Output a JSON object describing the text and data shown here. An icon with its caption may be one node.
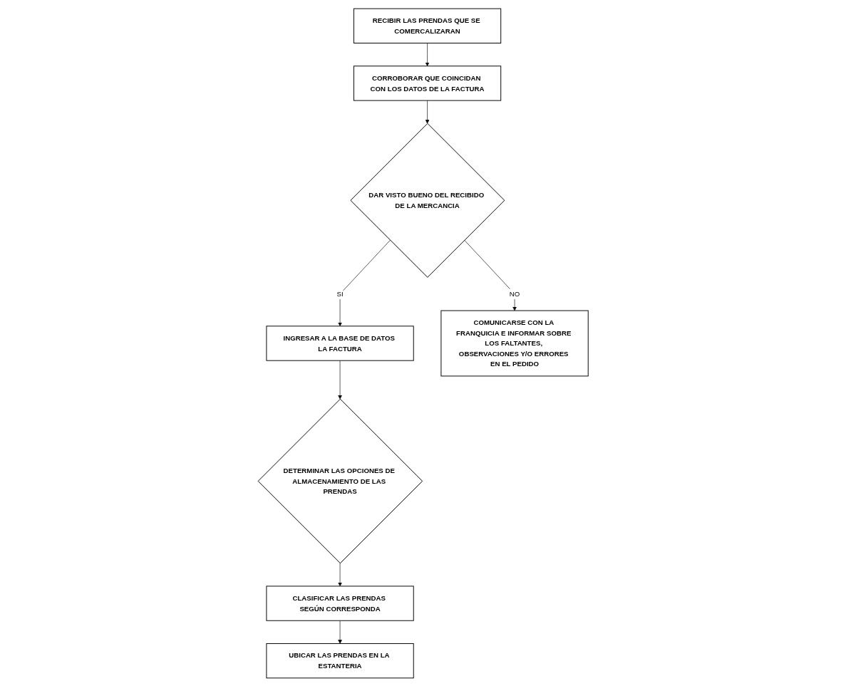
{
  "diagram": {
    "nodes": [
      {
        "text": [
          "RECIBIR LAS PRENDAS QUE SE COMERCALIZARAN"
        ]
      },
      {
        "text": [
          "CORROBORAR QUE COINCIDAN CON LOS DATOS DE LA FACTURA"
        ]
      },
      {
        "text": [
          "DAR VISTO BUENO DEL RECIBIDO DE LA MERCANCIA"
        ]
      },
      {
        "text": [
          "INGRESAR A LA BASE DE DATOS LA FACTURA"
        ]
      },
      {
        "text": [
          "COMUNICARSE CON LA FRANQUICIA E INFORMAR SOBRE LOS FALTANTES, OBSERVACIONES Y/O ERRORES EN EL PEDIDO"
        ]
      },
      {
        "text": [
          "DETERMINAR LAS OPCIONES DE ALMACENAMIENTO DE LAS PRENDAS"
        ]
      },
      {
        "text": [
          "CLASIFICAR LAS PRENDAS SEGÚN CORRESPONDA"
        ]
      },
      {
        "text": [
          "UBICAR LAS PRENDAS EN LA ESTANTERIA"
        ]
      }
    ],
    "edges": [
      {
        "from": 0,
        "to": 1,
        "arrow": "to"
      },
      {
        "from": 1,
        "to": 2,
        "arrow": "to"
      },
      {
        "from": 2,
        "to": 3,
        "label": "SI",
        "arrow": "to"
      },
      {
        "from": 2,
        "to": 4,
        "label": "NO",
        "arrow": "to"
      },
      {
        "from": 3,
        "to": 5,
        "arrow": "to"
      },
      {
        "from": 5,
        "to": 6,
        "arrow": "to"
      },
      {
        "from": 6,
        "to": 7,
        "arrow": "to"
      }
    ]
  }
}
